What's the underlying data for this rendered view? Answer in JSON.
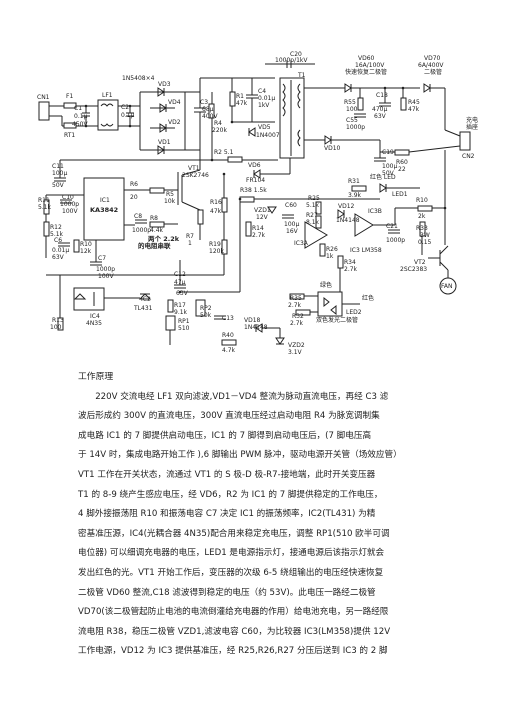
{
  "schematic": {
    "labels": {
      "CN1": "CN1",
      "F1": "F1",
      "RT1": "RT1",
      "C1": "C1",
      "C1v1": "0.1μ",
      "C1v2": "450V",
      "LF1": "LF1",
      "C2": "C2",
      "C2v": "0.1μ",
      "bridge": "1N5408×4",
      "VD3": "VD3",
      "VD4": "VD4",
      "VD2": "VD2",
      "VD1": "VD1",
      "C3": "C3",
      "C3v1": "68μ",
      "C3v2": "400V",
      "R4": "R4",
      "R4v": "220k",
      "R1": "R1",
      "R1v": "47k",
      "C4": "C4",
      "C4v1": "0.01μ",
      "C4v2": "1kV",
      "VD5": "VD5",
      "VD5v": "1N4007",
      "C20": "C20",
      "C20v": "1000p/1kV",
      "T1": "T1",
      "VD60": "VD60",
      "VD60v1": "16A/100V",
      "VD60v2": "快速恢复二极管",
      "VD70": "VD70",
      "VD70v1": "6A/400V",
      "VD70v2": "二极管",
      "R55": "R55",
      "R55v": "100",
      "C55": "C55",
      "C55v": "1000p",
      "C18": "C18",
      "C18v1": "470μ",
      "C18v2": "63V",
      "R45": "R45",
      "R45v": "47k",
      "VD10": "VD10",
      "C19": "C19",
      "C19v1": "100μ",
      "C19v2": "50V",
      "R60": "R60",
      "R60v": "22",
      "CN2": "CN2",
      "charge1": "充电",
      "charge2": "插座",
      "C11": "C11",
      "C11v1": "100μ",
      "C11v2": "50V",
      "VT1": "VT1",
      "VT1v": "2SK2746",
      "R2": "R2 5.1",
      "R5": "R5",
      "R5v": "10k",
      "R6": "R6",
      "R6v": "20",
      "IC1": "IC1",
      "IC1v": "KA3842",
      "C10": "C10",
      "C10v1": "1000p",
      "C10v2": "100V",
      "R11": "R11",
      "R11v": "5.1k",
      "R12": "R12",
      "R12v": "5.1k",
      "C6": "C6",
      "C6v1": "0.01μ",
      "C6v2": "63V",
      "R10": "R10",
      "R10v": "12k",
      "C7": "C7",
      "C7v1": "1000p",
      "C7v2": "100V",
      "C8": "C8",
      "C8v": "1000p",
      "R8": "R8",
      "R8v": "4.4k",
      "R8n": "两个 2.2k",
      "R8n2": "的电阻串联",
      "VD6": "VD6",
      "VD6v": "FR104",
      "R16": "R16",
      "R16v": "47k",
      "R7": "R7",
      "R7v": "1",
      "R19": "R19",
      "R19v": "120k",
      "R38": "R38 1.5k",
      "VZD1": "VZD1",
      "VZD1v": "12V",
      "C60": "C60",
      "C60v1": "100μ",
      "C60v2": "16V",
      "R14": "R14",
      "R14v": "2.7k",
      "R31": "R31",
      "R31v": "3.9k",
      "redLED": "红色 LED",
      "LED1": "LED1",
      "R25": "R25",
      "R25v": "5.1k",
      "R27": "R27",
      "R27v": "8.1k",
      "VD12": "VD12",
      "VD12v": "1N4148",
      "IC3B": "IC3B",
      "C21": "C21",
      "C21v": "1000p",
      "R10b": "R10",
      "R10bv": "2k",
      "R33": "R33",
      "R33v1": "3W",
      "R33v2": "0.15",
      "IC3A": "IC3A",
      "R26": "R26",
      "R26v": "1k",
      "IC3": "IC3 LM358",
      "VT2": "VT2",
      "VT2v": "2SC2383",
      "FAN": "FAN",
      "IC4": "IC4",
      "IC4v": "4N35",
      "R13": "R13",
      "R13v": "100",
      "IC2": "IC2",
      "IC2v": "TL431",
      "C12": "C12",
      "C12v1": "47μ",
      "C12v2": "63V",
      "R17": "R17",
      "R17v": "9.1k",
      "RP1": "RP1",
      "RP1v": "510",
      "RP2": "RP2",
      "RP2v": "50k",
      "C13": "C13",
      "R34": "R34",
      "R34v": "2.7k",
      "R35": "R35",
      "R35v": "2.7k",
      "R32": "R32",
      "R32v": "2.7k",
      "green": "绿色",
      "red": "红色",
      "LED2": "LED2",
      "LED2v": "双色发光二极管",
      "VD18": "VD18",
      "VD18v": "1N4148",
      "R40": "R40",
      "R40v": "4.7k",
      "VZD2": "VZD2",
      "VZD2v": "3.1V"
    }
  },
  "article": {
    "title": "工作原理",
    "lines": [
      "220V 交流电经 LF1 双向滤波,VD1－VD4 整流为脉动直流电压，再经 C3 滤",
      "波后形成约 300V 的直流电压，300V 直流电压经过启动电阻 R4 为脉宽调制集",
      "成电路 IC1 的 7 脚提供启动电压，IC1 的 7 脚得到启动电压后，(7 脚电压高",
      "于 14V 时，集成电路开始工作 ),6 脚输出 PWM 脉冲，驱动电源开关管（场效应管）",
      "VT1 工作在开关状态，流通过 VT1 的 S 极-D 极-R7-接地端，此时开关变压器",
      "T1 的 8-9 绕产生感应电压，经 VD6，R2 为 IC1 的 7 脚提供稳定的工作电压，",
      "4 脚外接振荡阻 R10 和振荡电容 C7 决定 IC1 的振荡频率，IC2(TL431) 为精",
      "密基准压源，IC4(光耦合器 4N35)配合用来稳定充电压，调整 RP1(510 欧半可调",
      "电位器) 可以细调充电器的电压，LED1 是电源指示灯，接通电源后该指示灯就会",
      "发出红色的光。VT1 开始工作后，变压器的次级 6-5 绕组输出的电压经快速恢复",
      "二极管 VD60 整流,C18 滤波得到稳定的电压（约 53V)。此电压一路经二极管",
      "VD70(该二极管起防止电池的电流倒灌给充电器的作用）给电池充电，另一路经限",
      "流电阻 R38，稳压二极管 VZD1,滤波电容 C60，为比较器 IC3(LM358)提供 12V",
      "工作电源，VD12 为 IC3 提供基准压，经 R25,R26,R27 分压后送到 IC3 的 2 脚"
    ]
  }
}
